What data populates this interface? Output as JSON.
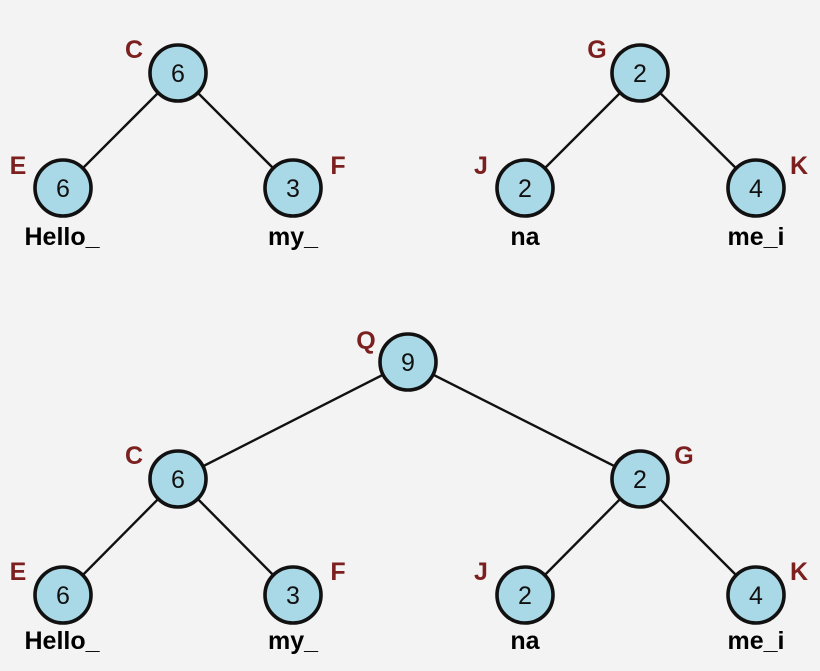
{
  "colors": {
    "background": "#f3f3f3",
    "node_fill": "#a9d8e6",
    "node_stroke": "#111111",
    "letter": "#7b1f1f",
    "text": "#111111"
  },
  "trees": [
    {
      "root": {
        "letter": "C",
        "value": "6"
      },
      "left": {
        "letter": "E",
        "value": "6",
        "word": "Hello_"
      },
      "right": {
        "letter": "F",
        "value": "3",
        "word": "my_"
      }
    },
    {
      "root": {
        "letter": "G",
        "value": "2"
      },
      "left": {
        "letter": "J",
        "value": "2",
        "word": "na"
      },
      "right": {
        "letter": "K",
        "value": "4",
        "word": "me_i"
      }
    },
    {
      "root": {
        "letter": "Q",
        "value": "9"
      },
      "left": {
        "root": {
          "letter": "C",
          "value": "6"
        },
        "left": {
          "letter": "E",
          "value": "6",
          "word": "Hello_"
        },
        "right": {
          "letter": "F",
          "value": "3",
          "word": "my_"
        }
      },
      "right": {
        "root": {
          "letter": "G",
          "value": "2"
        },
        "left": {
          "letter": "J",
          "value": "2",
          "word": "na"
        },
        "right": {
          "letter": "K",
          "value": "4",
          "word": "me_i"
        }
      }
    }
  ]
}
